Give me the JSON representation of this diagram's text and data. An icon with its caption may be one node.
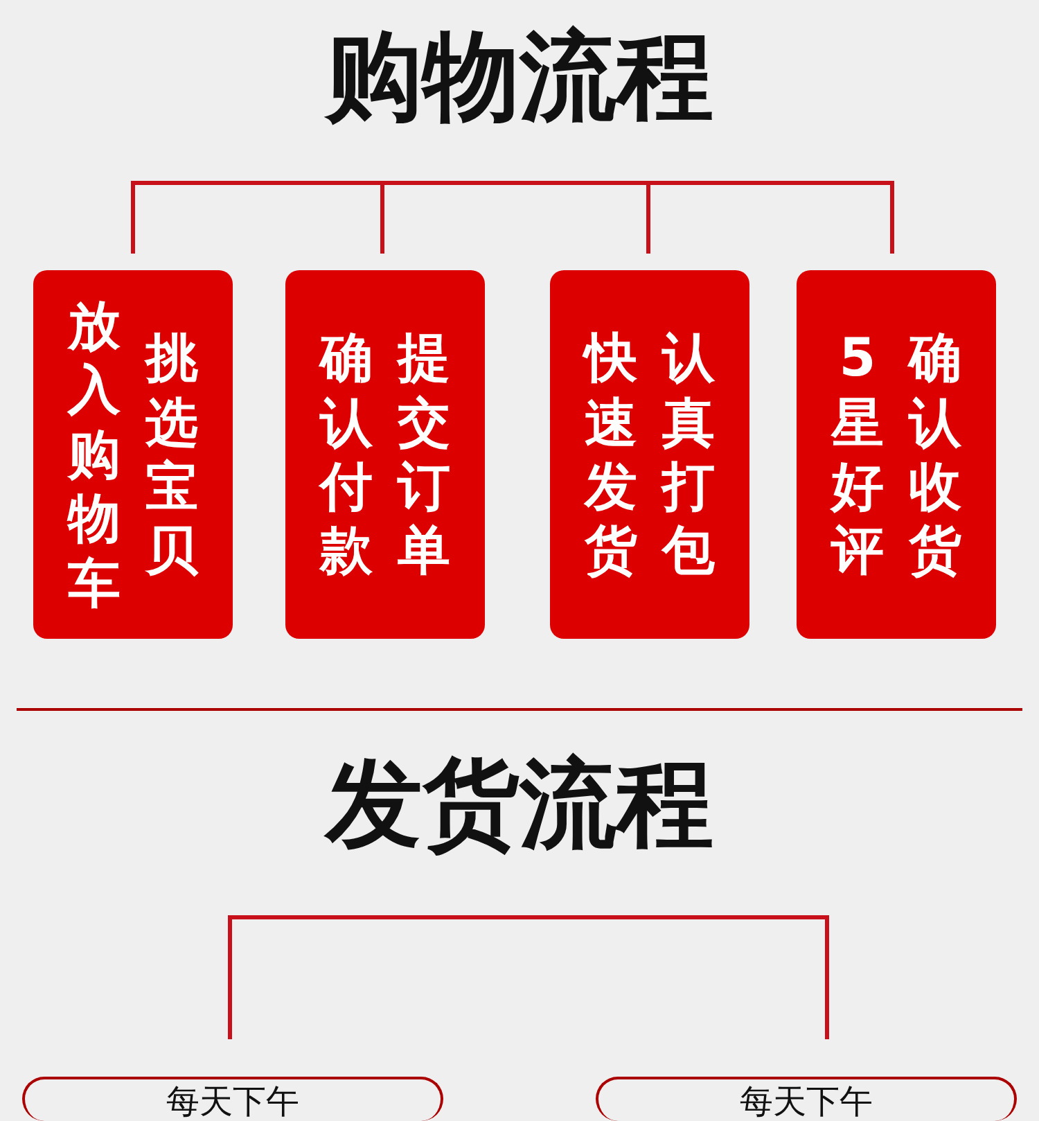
{
  "diagram": {
    "title": "购物流程",
    "nodes": [
      {
        "text": [
          "放入购物车",
          "挑选宝贝"
        ]
      },
      {
        "text": [
          "确认付款",
          "提交订单"
        ]
      },
      {
        "text": [
          "快速发货",
          "认真打包"
        ]
      },
      {
        "text": [
          "5星好评",
          "确认收货"
        ]
      },
      {
        "text": [
          "每天下午"
        ]
      },
      {
        "text": [
          "每天下午"
        ]
      }
    ],
    "labels": [
      "发货流程"
    ]
  }
}
